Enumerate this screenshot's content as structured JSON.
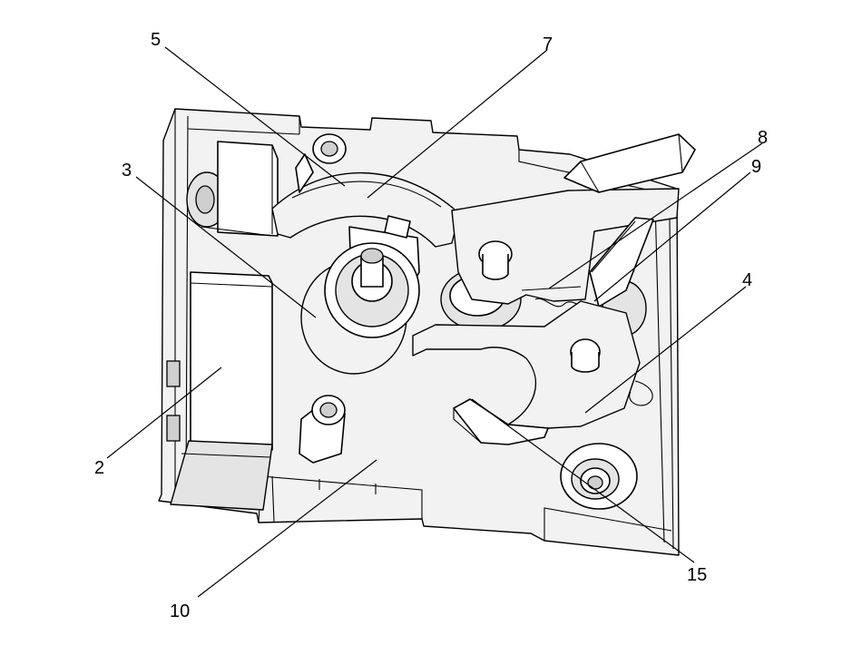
{
  "labels": {
    "l2": "2",
    "l3": "3",
    "l4": "4",
    "l5": "5",
    "l7": "7",
    "l8": "8",
    "l9": "9",
    "l10": "10",
    "l15": "15"
  }
}
